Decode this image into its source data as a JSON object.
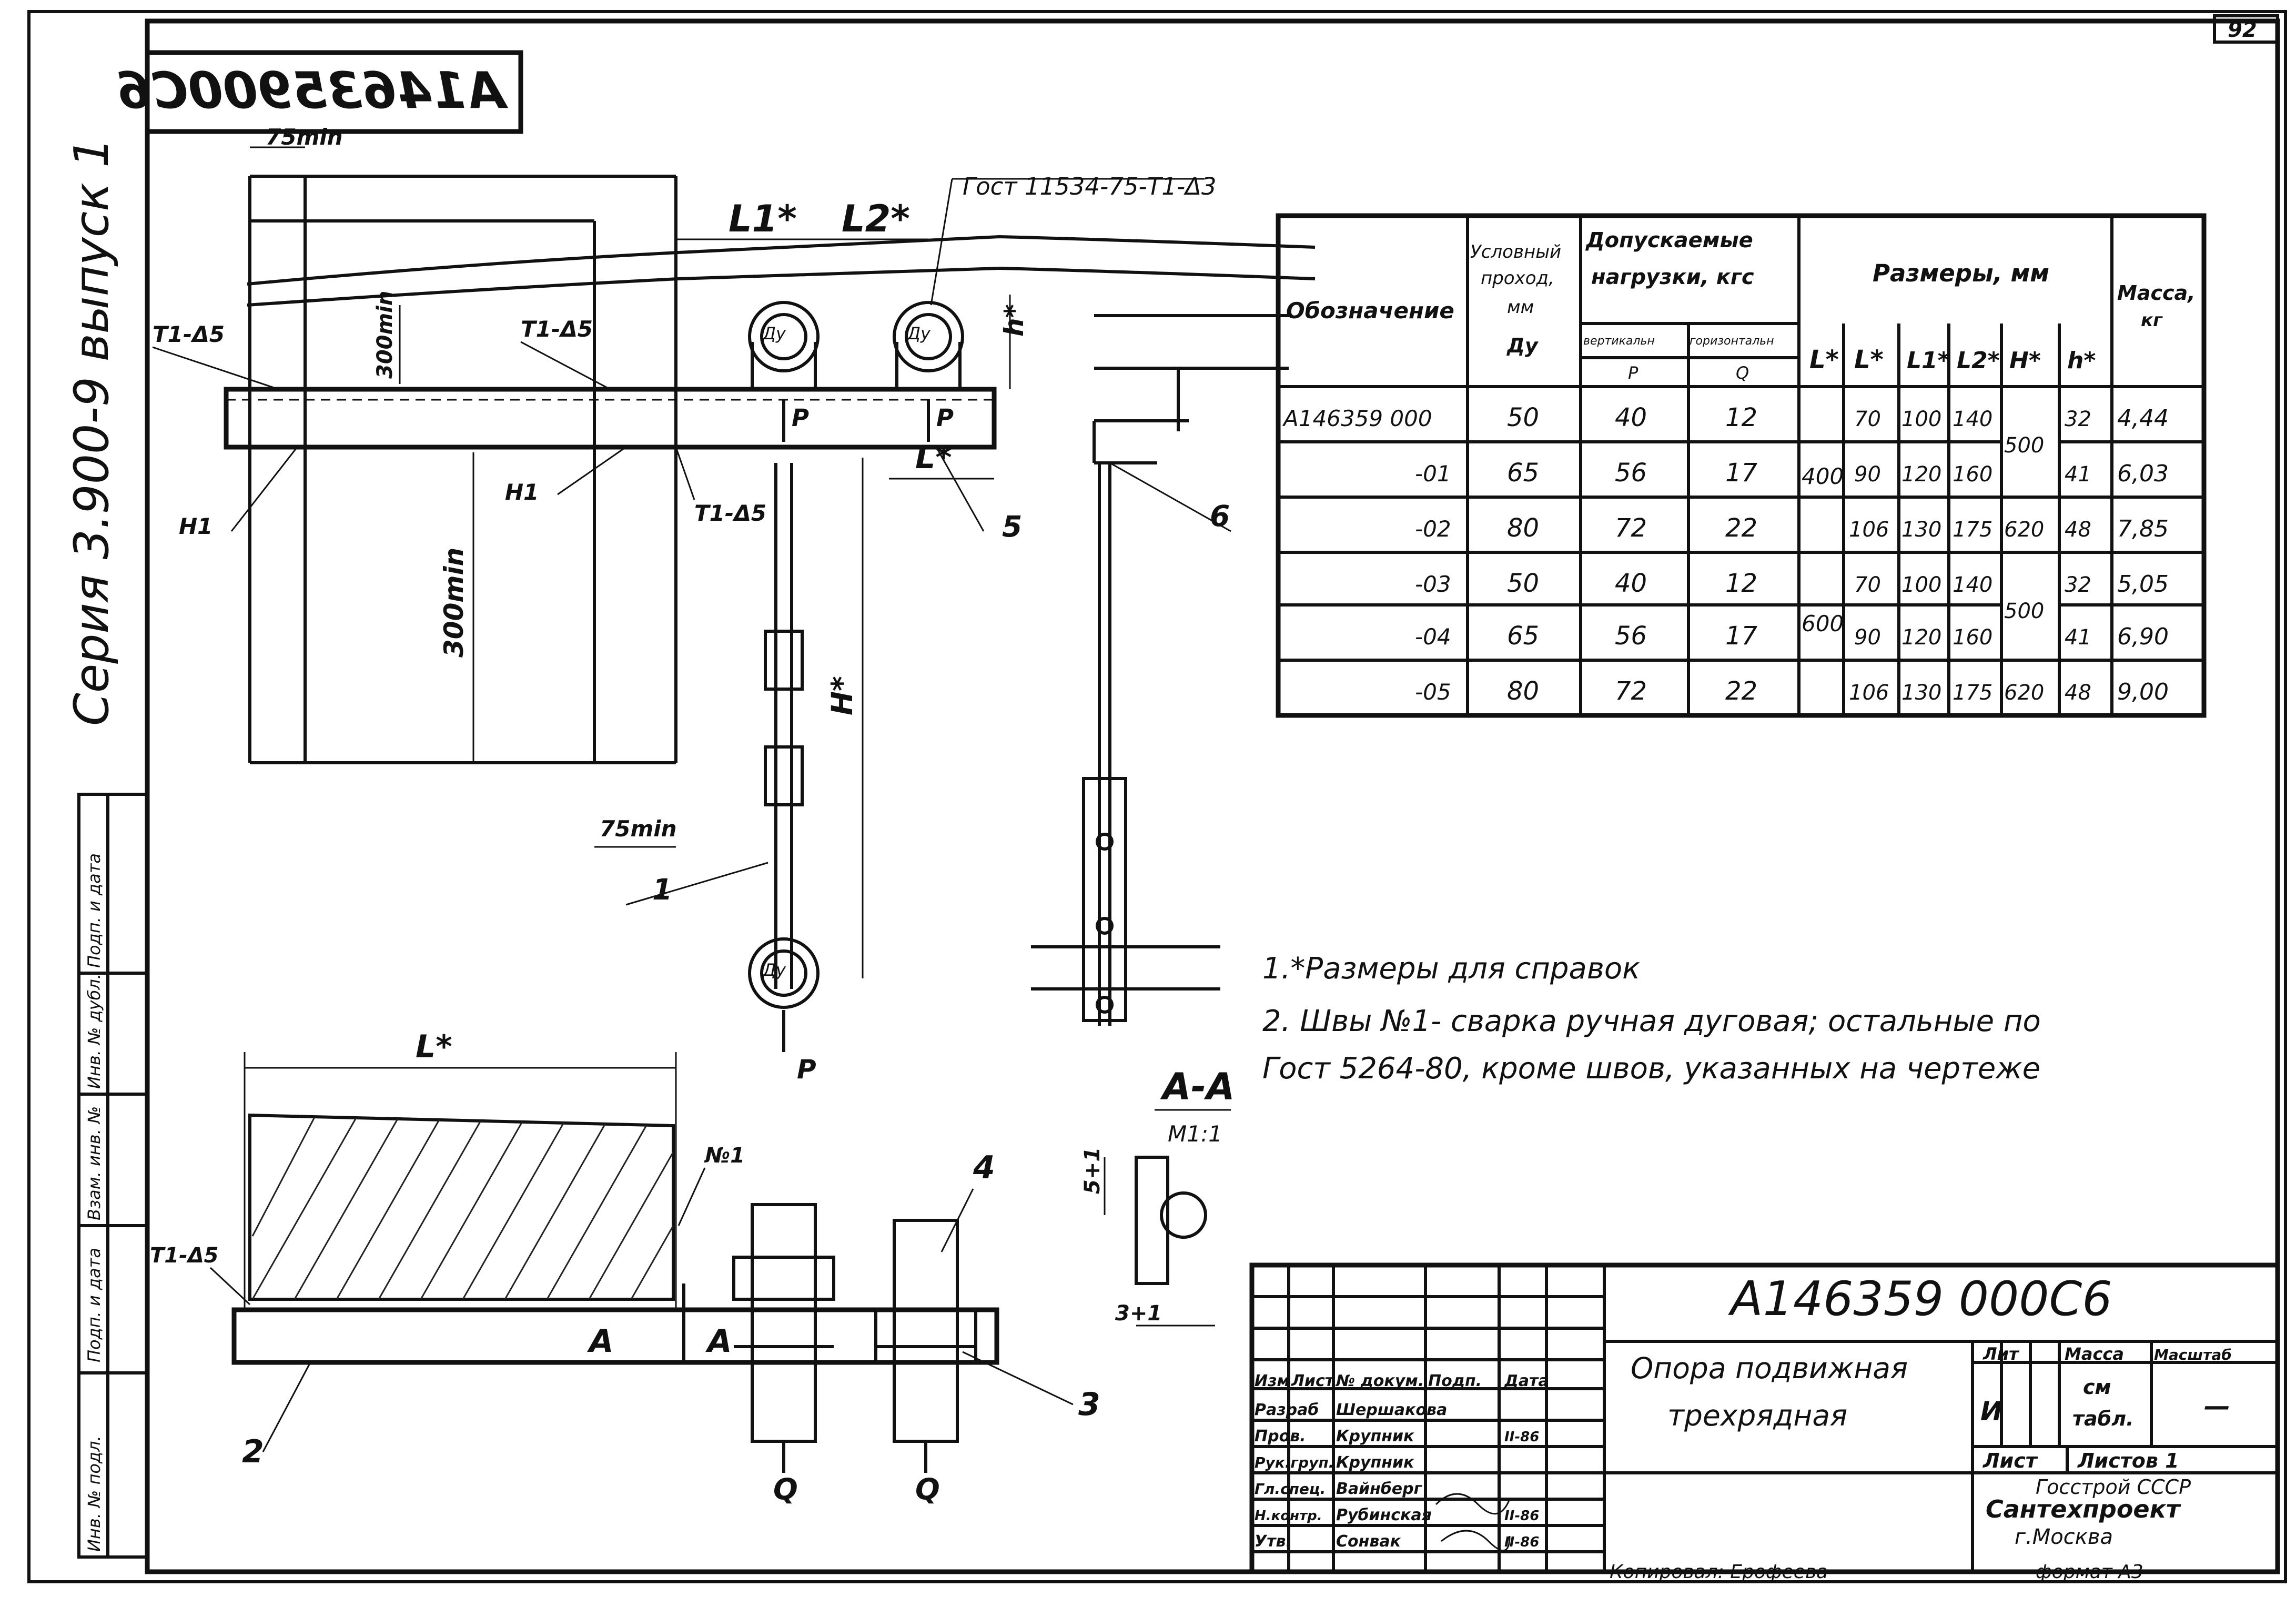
{
  "sheet_number": "92",
  "stamp_code_mirrored": "A14635900C6",
  "series": "Серия 3.900-9 выпуск 1",
  "left_strip": [
    "Инв. № подл.",
    "Подп. и дата",
    "Взам. инв. №",
    "Инв. № дубл.",
    "Подп. и дата"
  ],
  "top_view": {
    "dim_75min_top": "75min",
    "dim_75min_bottom": "75min",
    "dim_300min_a": "300min",
    "dim_300min_b": "300min",
    "weld_1": "Т1-Δ5",
    "weld_2": "Т1-Δ5",
    "weld_3": "Т1-Δ5",
    "label_h1_a": "Н1",
    "label_h1_b": "Н1",
    "dim_l1": "L1*",
    "dim_l2": "L2*",
    "dim_l": "L*",
    "dim_h_small": "h*",
    "dim_H": "H*",
    "gost_weld": "Гост 11534-75-Т1-Δ3",
    "dy_1": "Ду",
    "dy_2": "Ду",
    "dy_3": "Ду",
    "load_p1": "P",
    "load_p2": "P",
    "load_p3": "P",
    "pos_1": "1",
    "pos_5": "5",
    "pos_6": "6"
  },
  "bottom_view": {
    "dim_L": "L*",
    "weld_no1": "№1",
    "weld_t1": "Т1-Δ5",
    "sect_a1": "A",
    "sect_a2": "A",
    "pos_2": "2",
    "pos_3": "3",
    "pos_4": "4",
    "load_q1": "Q",
    "load_q2": "Q",
    "section_title": "A-A",
    "section_scale": "М1:1",
    "dim_5": "5+1",
    "dim_3": "3+1"
  },
  "table": {
    "h_designation": "Обозначение",
    "h_dn_1": "Условный",
    "h_dn_2": "проход,",
    "h_dn_3": "мм",
    "h_dn_4": "Ду",
    "h_loads_1": "Допускаемые",
    "h_loads_2": "нагрузки, кгс",
    "h_vert": "вертикальн",
    "h_horiz": "горизонтальн",
    "h_p": "P",
    "h_q": "Q",
    "h_sizes": "Размеры, мм",
    "h_L": "L*",
    "h_l": "L*",
    "h_l1": "L1*",
    "h_l2": "L2*",
    "h_H": "H*",
    "h_h": "h*",
    "h_mass_1": "Масса,",
    "h_mass_2": "кг",
    "rows": [
      {
        "des": "А146359 000",
        "dn": "50",
        "p": "40",
        "q": "12",
        "l": "70",
        "l1": "100",
        "l2": "140",
        "h": "32",
        "mass": "4,44"
      },
      {
        "des": "-01",
        "dn": "65",
        "p": "56",
        "q": "17",
        "l": "90",
        "l1": "120",
        "l2": "160",
        "h": "41",
        "mass": "6,03"
      },
      {
        "des": "-02",
        "dn": "80",
        "p": "72",
        "q": "22",
        "l": "106",
        "l1": "130",
        "l2": "175",
        "h": "48",
        "mass": "7,85"
      },
      {
        "des": "-03",
        "dn": "50",
        "p": "40",
        "q": "12",
        "l": "70",
        "l1": "100",
        "l2": "140",
        "h": "32",
        "mass": "5,05"
      },
      {
        "des": "-04",
        "dn": "65",
        "p": "56",
        "q": "17",
        "l": "90",
        "l1": "120",
        "l2": "160",
        "h": "41",
        "mass": "6,90"
      },
      {
        "des": "-05",
        "dn": "80",
        "p": "72",
        "q": "22",
        "l": "106",
        "l1": "130",
        "l2": "175",
        "h": "48",
        "mass": "9,00"
      }
    ],
    "L_group1": "400",
    "L_group2": "600",
    "H_500_a": "500",
    "H_620_a": "620",
    "H_500_b": "500",
    "H_620_b": "620"
  },
  "notes": {
    "n1": "1.*Размеры для справок",
    "n2a": "2. Швы №1- сварка ручная дуговая; остальные по",
    "n2b": "Гост 5264-80, кроме швов, указанных на чертеже"
  },
  "title_block": {
    "code": "А146359 000С6",
    "name_1": "Опора подвижная",
    "name_2": "трехрядная",
    "h_izm": "Изм",
    "h_list": "Лист",
    "h_doc": "№ докум.",
    "h_sign": "Подп.",
    "h_date": "Дата",
    "r_razrab": "Разраб",
    "n_razrab": "Шершакова",
    "r_prov": "Пров.",
    "n_prov": "Крупник",
    "r_rukgr": "Рук.груп.",
    "n_rukgr": "Крупник",
    "r_glspec": "Гл.спец.",
    "n_glspec": "Вайнберг",
    "r_nkontr": "Н.контр.",
    "n_nkontr": "Рубинская",
    "r_utv": "Утв.",
    "n_utv": "Сонвак",
    "date_1": "II-86",
    "date_2": "II-86",
    "date_3": "II-86",
    "h_lit": "Лит",
    "h_mass": "Масса",
    "h_scale": "Масштаб",
    "lit_val": "И",
    "mass_val_1": "см",
    "mass_val_2": "табл.",
    "scale_val": "—",
    "sheet_label": "Лист",
    "sheets_label": "Листов 1",
    "org_1": "Госстрой СССР",
    "org_2": "Сантехпроект",
    "org_3": "г.Москва",
    "copied": "Копировал: Ерофеева",
    "format": "формат А3"
  }
}
